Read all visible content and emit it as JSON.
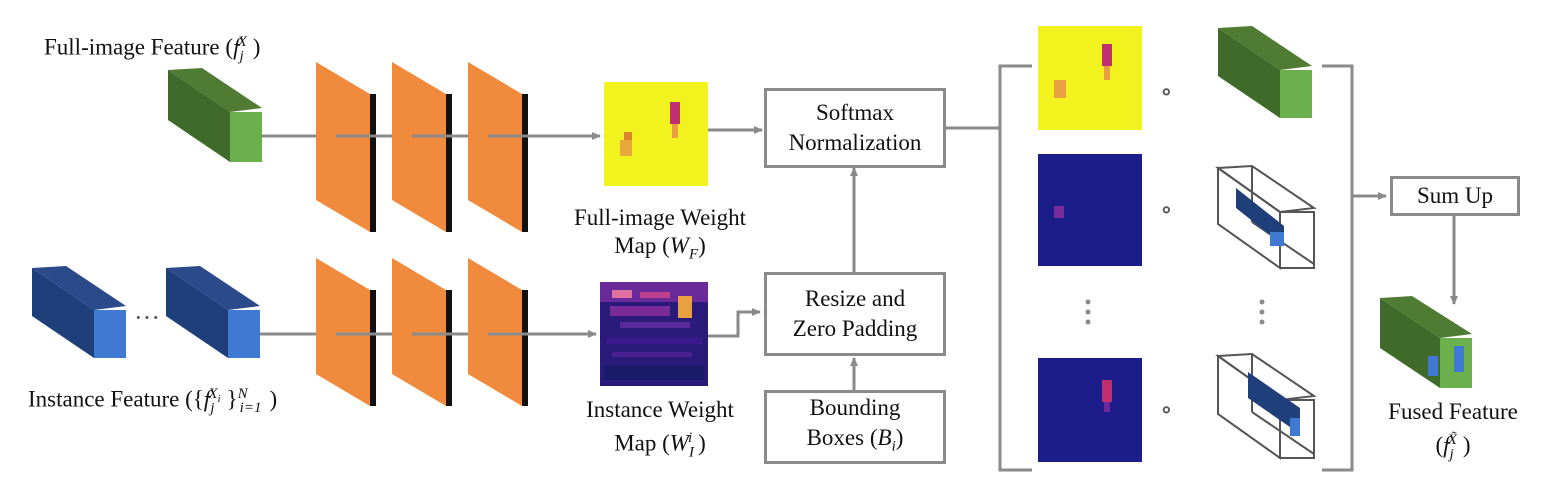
{
  "labels": {
    "full_feature_prefix": "Full-image Feature (",
    "full_feature_suffix": ")",
    "instance_feature_prefix": "Instance Feature ({",
    "instance_feature_suffix": ")",
    "full_weight_map_line1": "Full-image Weight",
    "full_weight_map_line2_prefix": "Map (",
    "full_weight_map_line2_suffix": ")",
    "instance_weight_map_line1": "Instance Weight",
    "instance_weight_map_line2_prefix": "Map (",
    "instance_weight_map_line2_suffix": ")",
    "fused_feature_line1": "Fused Feature",
    "ellipsis_instance": "···"
  },
  "math": {
    "f": "f",
    "j": "j",
    "X": "X",
    "Xi": "X",
    "i_sub": "i",
    "N": "N",
    "i_eq_1": "i=1",
    "close_brace": "}",
    "W": "W",
    "F": "F",
    "I": "I",
    "i_sup": "i",
    "X_tilde": "X̃",
    "B": "B",
    "B_i": "i"
  },
  "boxes": {
    "softmax_line1": "Softmax",
    "softmax_line2": "Normalization",
    "resize_line1": "Resize and",
    "resize_line2": "Zero Padding",
    "bbox_line1": "Bounding",
    "bbox_line2_prefix": "Boxes (",
    "bbox_line2_suffix": ")",
    "sum_up": "Sum Up"
  },
  "operators": {
    "hadamard": "∘"
  },
  "colors": {
    "line": "#8a8a8a",
    "conv_orange": "#f08a3c",
    "conv_edge": "#111111",
    "feature_green_front": "#6ab04c",
    "feature_green_side": "#3f6a2a",
    "feature_blue_front": "#3f79d2",
    "feature_blue_side": "#1f3f7a",
    "weight_map_yellow": "#f2f21e",
    "weight_map_navy": "#1c1c8a"
  }
}
